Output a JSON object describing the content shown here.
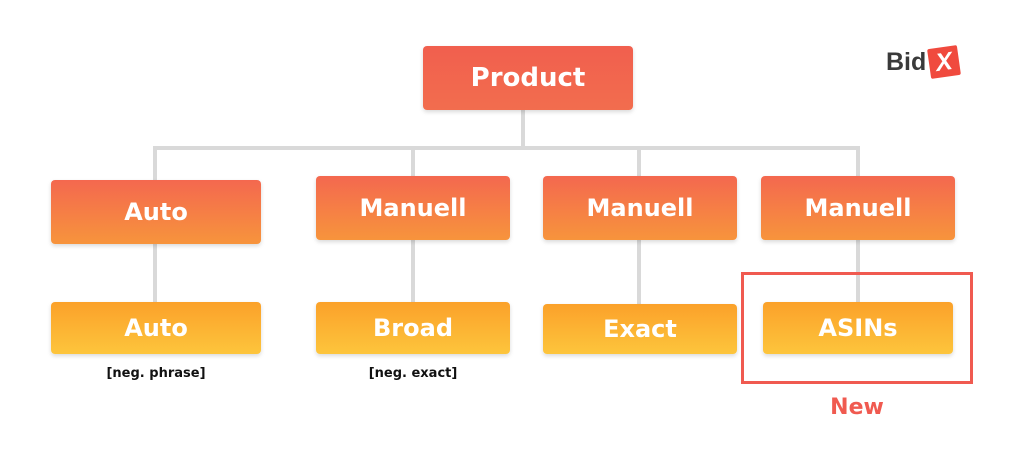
{
  "logo": {
    "text": "Bid",
    "mark": "X"
  },
  "root": {
    "label": "Product"
  },
  "branches": [
    {
      "type_label": "Auto",
      "leaf_label": "Auto",
      "note": "[neg. phrase]"
    },
    {
      "type_label": "Manuell",
      "leaf_label": "Broad",
      "note": "[neg. exact]"
    },
    {
      "type_label": "Manuell",
      "leaf_label": "Exact",
      "note": ""
    },
    {
      "type_label": "Manuell",
      "leaf_label": "ASINs",
      "note": "",
      "highlighted": true
    }
  ],
  "highlight_label": "New",
  "colors": {
    "root": "#f15f4e",
    "mid_top": "#f4684f",
    "mid_bottom": "#f7943c",
    "leaf_top": "#fba12a",
    "leaf_bottom": "#fdc53c",
    "connector": "#d9d9d9",
    "highlight": "#f05a50"
  }
}
